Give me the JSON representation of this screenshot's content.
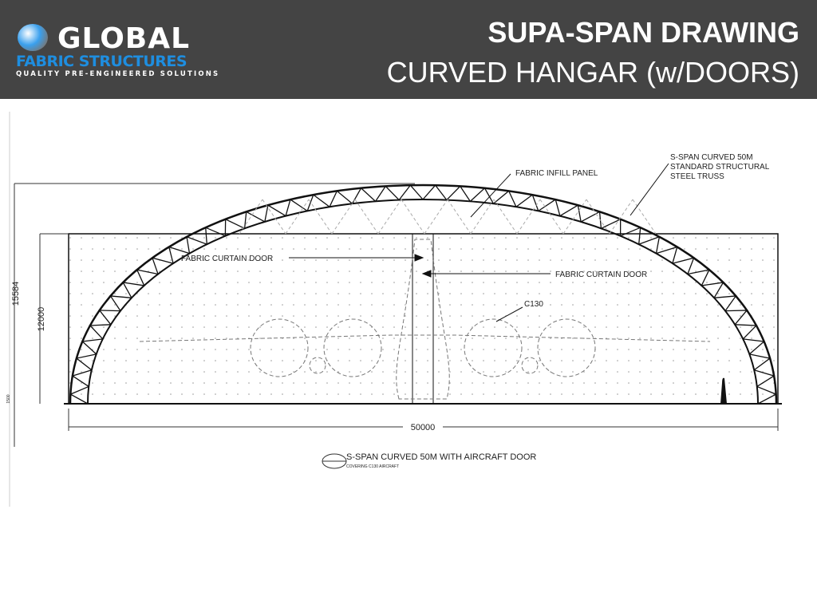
{
  "header": {
    "title_line1": "SUPA-SPAN DRAWING",
    "title_line2": "CURVED HANGAR (w/DOORS)",
    "bg_color": "#444444"
  },
  "logo": {
    "name": "GLOBAL",
    "sub": "FABRIC STRUCTURES",
    "tagline": "QUALITY PRE-ENGINEERED SOLUTIONS",
    "accent": "#1e8ee0"
  },
  "drawing": {
    "labels": {
      "infill": "FABRIC INFILL PANEL",
      "truss": [
        "S-SPAN CURVED 50M",
        "STANDARD STRUCTURAL",
        "STEEL TRUSS"
      ],
      "door_left": "FABRIC CURTAIN DOOR",
      "door_right": "FABRIC CURTAIN DOOR",
      "aircraft": "C130"
    },
    "dimensions": {
      "overall_height": "15584",
      "wall_height": "12000",
      "width": "50000",
      "base": "1500"
    },
    "caption": {
      "title": "S-SPAN CURVED 50M WITH AIRCRAFT DOOR",
      "sub": "COVERING C130 AIRCRAFT"
    }
  }
}
